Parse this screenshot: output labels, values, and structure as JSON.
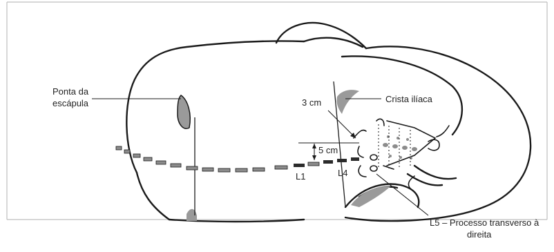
{
  "labels": {
    "scapula_line1": "Ponta da",
    "scapula_line2": "escápula",
    "iliac_crest": "Crista ilíaca",
    "three_cm": "3 cm",
    "five_cm": "5 cm",
    "l1": "L1",
    "l4": "L4",
    "l5_line1": "L5 – Processo transverso à",
    "l5_line2": "direita"
  },
  "colors": {
    "outline": "#1a1a1a",
    "shade": "#9a9a9a",
    "spine_dark": "#2b2b2b",
    "spine_light": "#8c8c8c",
    "frame": "#bfbfbf"
  }
}
